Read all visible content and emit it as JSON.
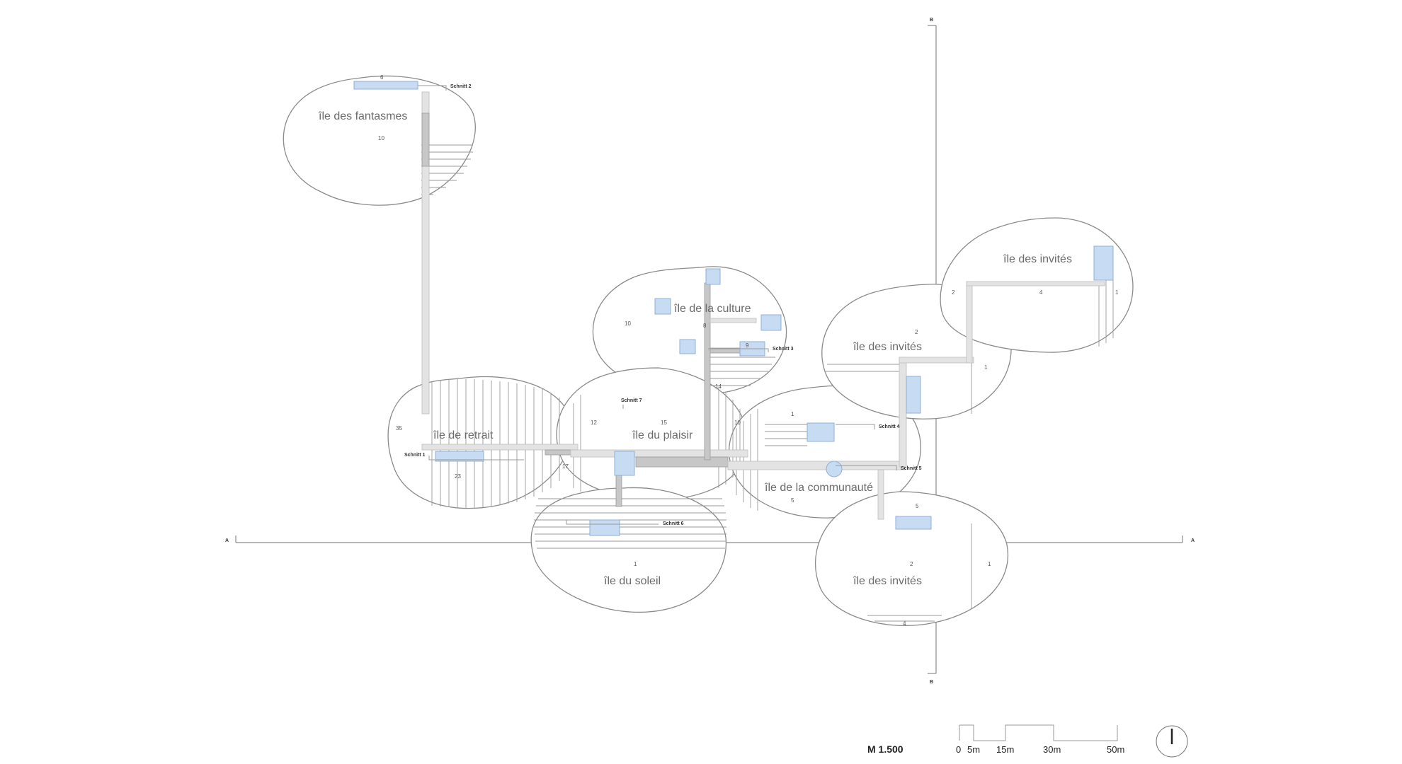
{
  "islands": {
    "fantasmes": {
      "label": "île des fantasmes",
      "numbers": [
        "6",
        "10"
      ]
    },
    "retrait": {
      "label": "île de retrait",
      "numbers": [
        "35",
        "23",
        "17"
      ]
    },
    "plaisir": {
      "label": "île du plaisir",
      "numbers": [
        "12",
        "15",
        "10"
      ]
    },
    "culture": {
      "label": "île de la culture",
      "numbers": [
        "10",
        "8",
        "9",
        "14"
      ]
    },
    "soleil": {
      "label": "île du soleil",
      "numbers": [
        "1"
      ]
    },
    "communaute": {
      "label": "île de la communauté",
      "numbers": [
        "1",
        "5"
      ]
    },
    "invites_top": {
      "label": "île des invités",
      "numbers": [
        "2",
        "4",
        "1"
      ]
    },
    "invites_mid": {
      "label": "île des invités",
      "numbers": [
        "2",
        "1"
      ]
    },
    "invites_bottom": {
      "label": "île des invités",
      "numbers": [
        "5",
        "2",
        "1",
        "4"
      ]
    }
  },
  "sections": {
    "s1": "Schnitt 1",
    "s2": "Schnitt 2",
    "s3": "Schnitt 3",
    "s4": "Schnitt 4",
    "s5": "Schnitt 5",
    "s6": "Schnitt 6",
    "s7": "Schnitt 7"
  },
  "axes": {
    "a": "A",
    "b": "B"
  },
  "scale": {
    "title": "M 1.500",
    "ticks": [
      "0",
      "5m",
      "15m",
      "30m",
      "50m"
    ]
  },
  "north_arrow_icon": "north-arrow-icon"
}
